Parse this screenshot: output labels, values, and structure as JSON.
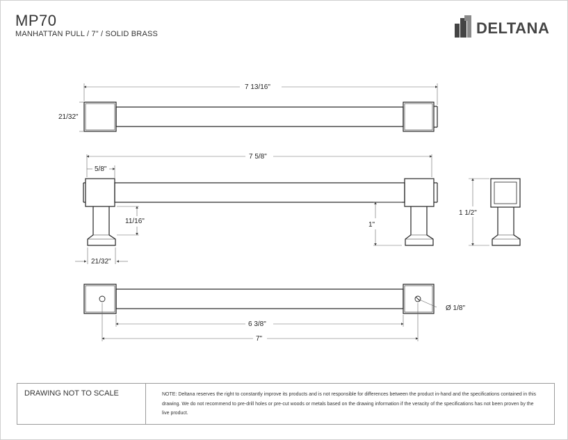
{
  "header": {
    "model": "MP70",
    "description": "MANHATTAN PULL / 7” / SOLID BRASS"
  },
  "logo": {
    "brand": "DELTANA",
    "icon": "deltana-building-icon"
  },
  "dimensions": {
    "top_overall": "7 13/16\"",
    "top_end_height": "21/32\"",
    "side_overall": "7 5/8\"",
    "side_post_offset": "5/8\"",
    "side_post_height": "11/16\"",
    "side_clearance": "1\"",
    "side_base_width": "21/32\"",
    "end_height": "1 1/2\"",
    "bottom_inner": "6 3/8\"",
    "bottom_center": "7\"",
    "hole_diameter": "Ø 1/8\""
  },
  "note": {
    "scale_label": "DRAWING NOT TO SCALE",
    "text": "NOTE: Deltana reserves the right to constantly improve its products and is not responsible for differences between the product in-hand and the specifications contained in this drawing. We do not recommend to pre-drill holes or pre-cut woods or metals based on the drawing information if the veracity of the specifications has not been proven by the live product."
  },
  "colors": {
    "line": "#222222",
    "dim_line": "#666666",
    "logo": "#444444"
  }
}
